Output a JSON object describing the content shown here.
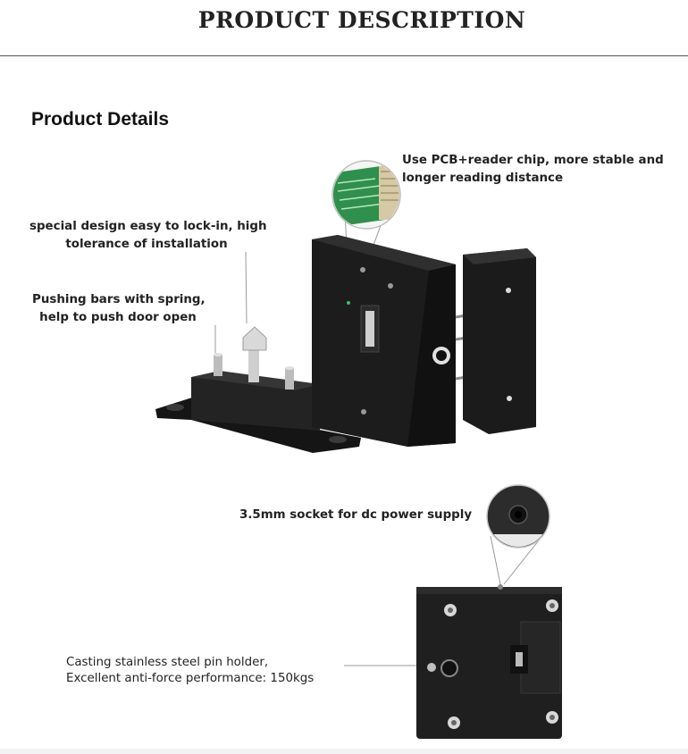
{
  "header": {
    "title": "PRODUCT DESCRIPTION"
  },
  "section": {
    "title": "Product Details"
  },
  "callouts": {
    "pcb": {
      "line1": "Use PCB+reader chip, more stable and",
      "line2": "longer reading distance"
    },
    "lockin": {
      "line1": "special design easy to lock-in, high",
      "line2": "tolerance of installation"
    },
    "pushbars": {
      "line1": "Pushing bars with spring,",
      "line2": "help to push door open"
    },
    "socket": {
      "line1": "3.5mm socket for dc power supply"
    },
    "holder": {
      "line1": "Casting stainless steel pin holder,",
      "line2": "Excellent anti-force performance: 150kgs"
    }
  }
}
